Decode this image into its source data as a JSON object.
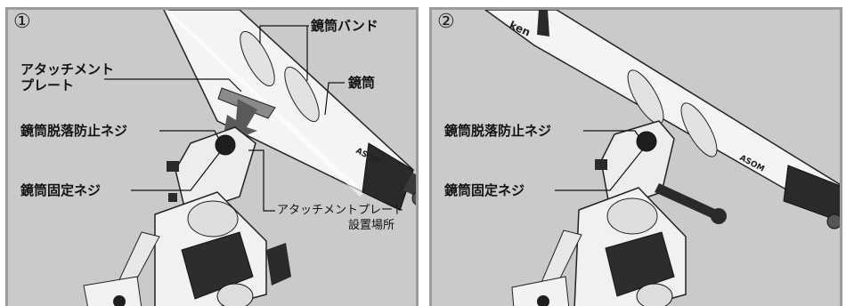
{
  "panels": [
    {
      "number": "①",
      "labels": {
        "tube_band": "鏡筒バンド",
        "attachment_plate": "アタッチメント",
        "attachment_plate_2": "プレート",
        "tube": "鏡筒",
        "tube_drop_screw": "鏡筒脱落防止ネジ",
        "tube_fix_screw": "鏡筒固定ネジ",
        "plate_location_1": "アタッチメントプレート",
        "plate_location_2": "設置場所"
      },
      "tube_brand": "ASOM"
    },
    {
      "number": "②",
      "labels": {
        "tube_drop_screw": "鏡筒脱落防止ネジ",
        "tube_fix_screw": "鏡筒固定ネジ"
      },
      "tube_brand": "ASOM",
      "tube_edge_text": "ken"
    }
  ],
  "colors": {
    "panel_bg": "#c9cacb",
    "panel_border": "#9b9c9e",
    "arrow": "#5a5a5a",
    "line": "#111111"
  }
}
